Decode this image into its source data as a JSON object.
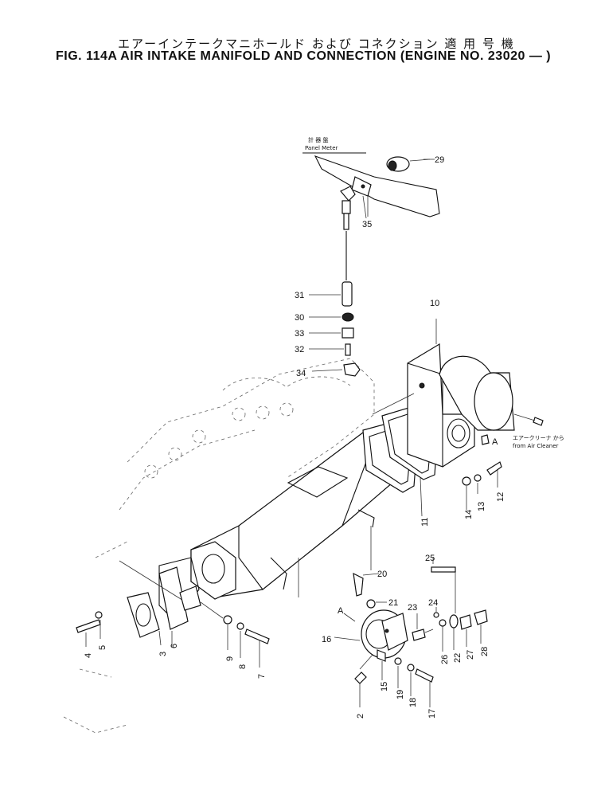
{
  "header": {
    "title_jp": "エアーインテークマニホールド および コネクション   適 用 号 機",
    "title_en": "FIG. 114A  AIR INTAKE MANIFOLD AND CONNECTION (ENGINE NO. 23020 —  )"
  },
  "annotations": {
    "panel_meter_jp": "計 器 盤",
    "panel_meter": "Panel Meter",
    "air_cleaner_jp": "エアークリーナ から",
    "air_cleaner": "from Air Cleaner",
    "ref_a_1": "A",
    "ref_a_2": "A"
  },
  "parts": {
    "p2": "2",
    "p3": "3",
    "p4": "4",
    "p5": "5",
    "p6": "6",
    "p7": "7",
    "p8": "8",
    "p9": "9",
    "p10": "10",
    "p11": "11",
    "p12": "12",
    "p13": "13",
    "p14": "14",
    "p15": "15",
    "p16": "16",
    "p17": "17",
    "p18": "18",
    "p19": "19",
    "p20": "20",
    "p21": "21",
    "p22": "22",
    "p23": "23",
    "p24": "24",
    "p25": "25",
    "p26": "26",
    "p27": "27",
    "p28": "28",
    "p29": "29",
    "p30": "30",
    "p31": "31",
    "p32": "32",
    "p33": "33",
    "p34": "34",
    "p35": "35"
  }
}
